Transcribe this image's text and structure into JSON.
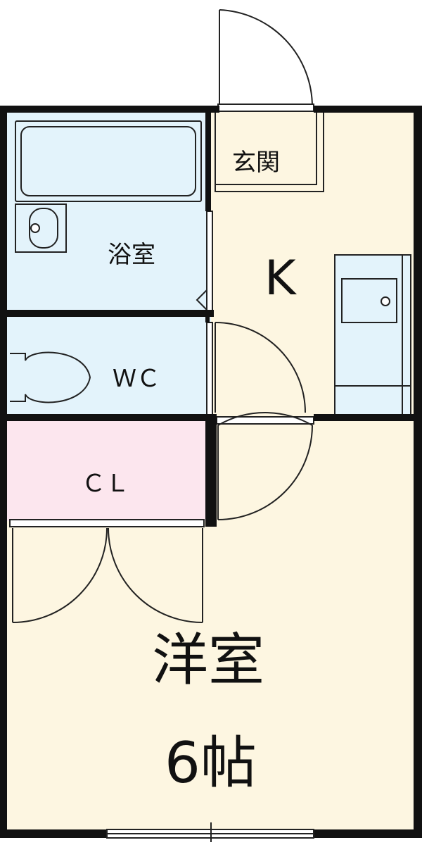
{
  "rooms": {
    "entrance": {
      "label": "玄関"
    },
    "bath": {
      "label": "浴室"
    },
    "kitchen": {
      "label": "K"
    },
    "toilet": {
      "label": "ＷＣ"
    },
    "closet": {
      "label": "ＣＬ"
    },
    "western_room": {
      "label": "洋室",
      "size_label": "6帖"
    }
  },
  "colors": {
    "wet_area": "#e3f3fb",
    "dry_area": "#fdf6e1",
    "closet": "#fce6ee",
    "wall": "#111111",
    "line": "#222222"
  }
}
